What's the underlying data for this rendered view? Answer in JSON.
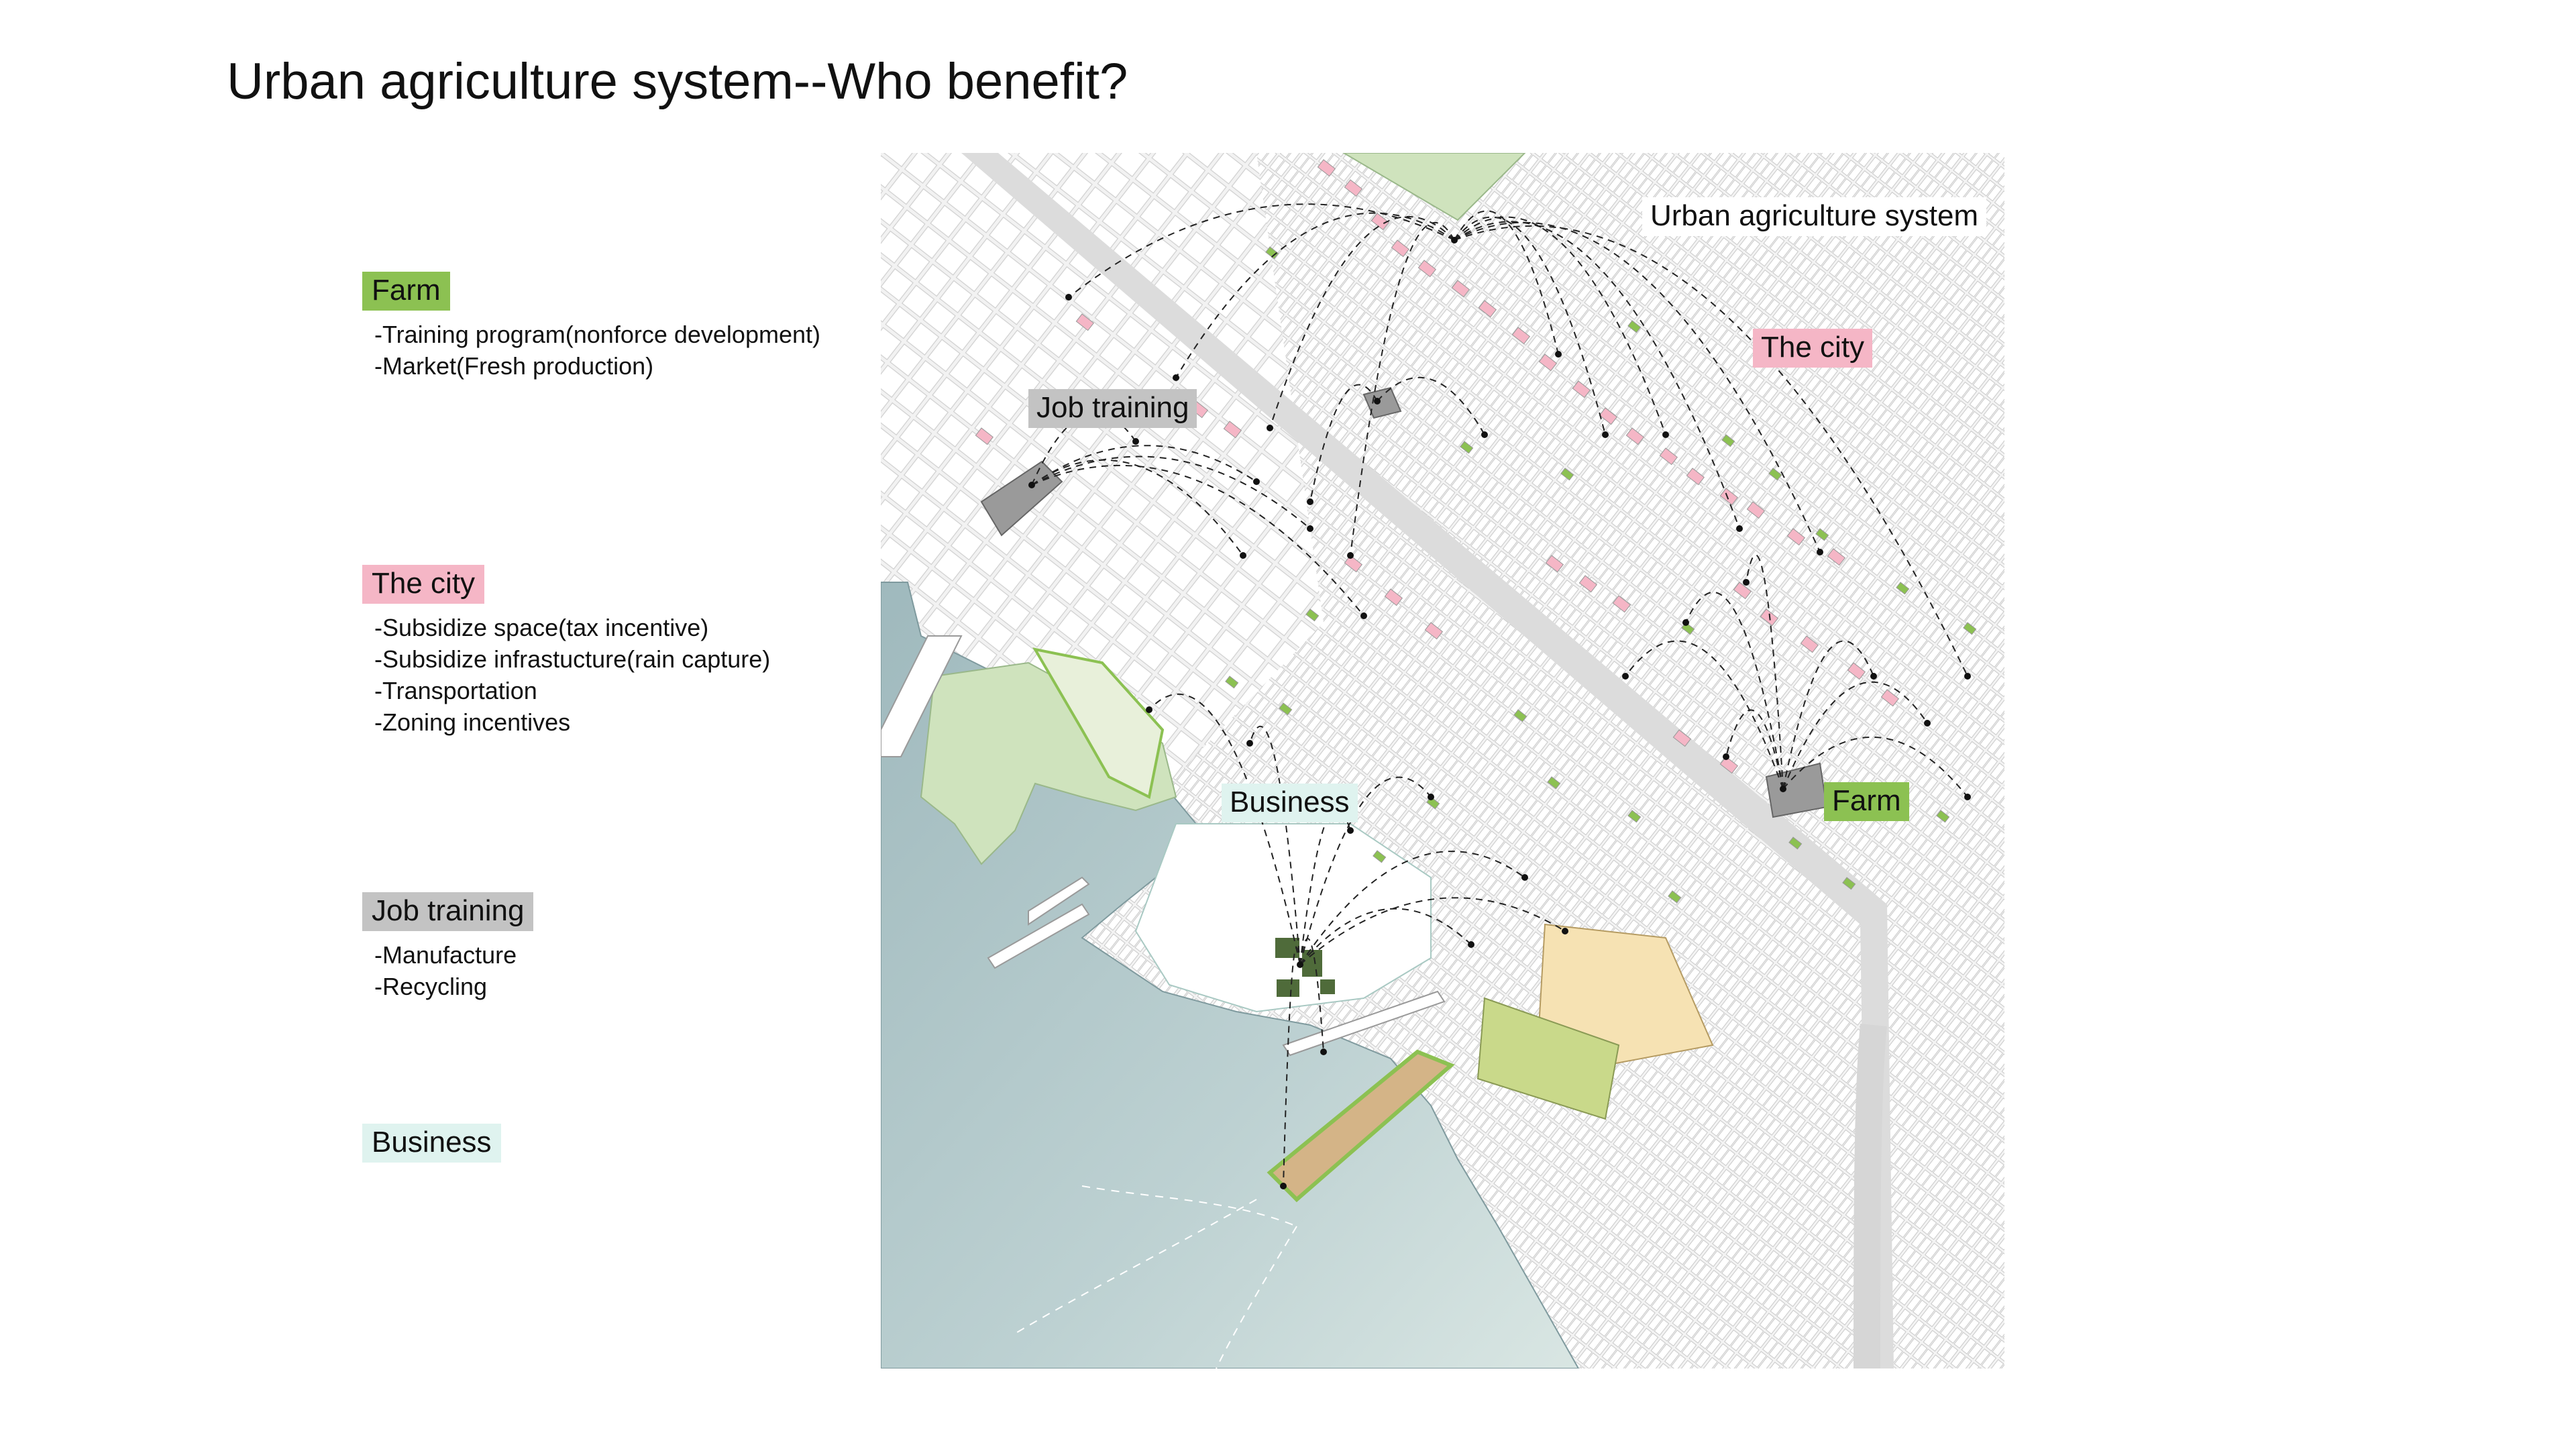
{
  "title": "Urban agriculture system--Who benefit?",
  "legend": {
    "farm": {
      "label": "Farm",
      "color": "#8cc152",
      "items": [
        "-Training program(nonforce development)",
        "-Market(Fresh production)"
      ]
    },
    "city": {
      "label": "The city",
      "color": "#f5b6c6",
      "items": [
        "-Subsidize space(tax incentive)",
        "-Subsidize infrastucture(rain capture)",
        "-Transportation",
        "-Zoning incentives"
      ]
    },
    "job": {
      "label": "Job training",
      "color": "#c3c3c3",
      "items": [
        "-Manufacture",
        "-Recycling"
      ]
    },
    "business": {
      "label": "Business",
      "color": "#dff3ef"
    }
  },
  "map": {
    "system_label": "Urban agriculture system",
    "city_label": "The city",
    "job_label": "Job training",
    "business_label": "Business",
    "farm_label": "Farm",
    "colors": {
      "water": "#bccfd1",
      "park": "#cfe3bd",
      "building": "#ececec",
      "farm": "#8cc152",
      "city": "#f5b6c6",
      "job": "#9a9a9a",
      "business": "#d6eee9",
      "warehouse": "#f6e2b3"
    }
  }
}
